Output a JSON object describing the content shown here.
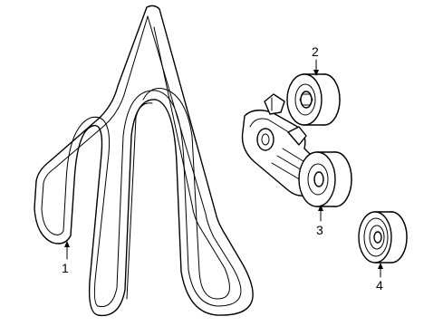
{
  "callouts": {
    "belt": "1",
    "idler_pulley": "2",
    "tensioner": "3",
    "pulley": "4"
  }
}
